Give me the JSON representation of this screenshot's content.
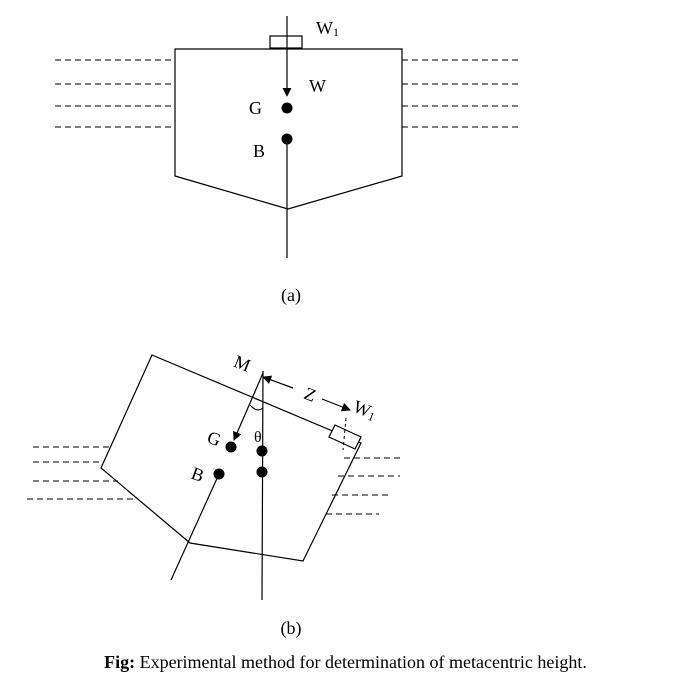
{
  "panel_a": {
    "label": "(a)",
    "weight_small": "W",
    "weight_small_sub": "1",
    "weight": "W",
    "point_g": "G",
    "point_b": "B"
  },
  "panel_b": {
    "label": "(b)",
    "point_m": "M",
    "distance": "Z",
    "weight_small": "W",
    "weight_small_sub": "1",
    "angle": "θ",
    "point_g": "G",
    "point_b": "B"
  },
  "caption": {
    "prefix": "Fig:",
    "text": " Experimental method for determination of metacentric height."
  }
}
